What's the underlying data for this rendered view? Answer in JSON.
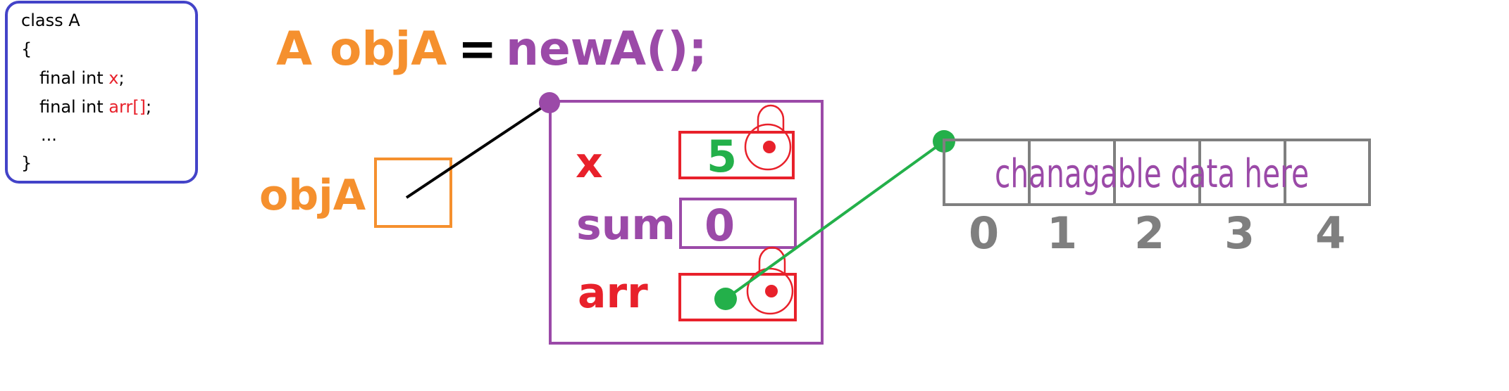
{
  "code": {
    "lines": [
      [
        "class A",
        ""
      ],
      [
        "{",
        ""
      ],
      [
        "final int ",
        "x",
        ";"
      ],
      [
        "final int ",
        "arr[]",
        ";"
      ],
      [
        "...",
        ""
      ],
      [
        "}",
        ""
      ]
    ],
    "line1": "class A",
    "line2": "{",
    "line3_prefix": "final int ",
    "line3_var": "x",
    "line3_suffix": ";",
    "line4_prefix": "final int ",
    "line4_var": "arr[]",
    "line4_suffix": ";",
    "line5": "...",
    "line6": "}"
  },
  "statement": {
    "type": "A",
    "var": "objA",
    "assign": "=",
    "new_kw": "new",
    "ctor": "A();"
  },
  "reference": {
    "label": "objA"
  },
  "object": {
    "fields": {
      "x_label": "x",
      "x_value": "5",
      "sum_label": "sum",
      "sum_value": "0",
      "arr_label": "arr"
    }
  },
  "array": {
    "indices": [
      "0",
      "1",
      "2",
      "3",
      "4"
    ],
    "note": "chanagable data here"
  },
  "colors": {
    "orange": "#f5902e",
    "purple": "#9b4aa8",
    "red": "#e8212b",
    "green": "#23b04a",
    "gray": "#7f7f7f",
    "blue": "#4343c8",
    "black": "#000000"
  }
}
